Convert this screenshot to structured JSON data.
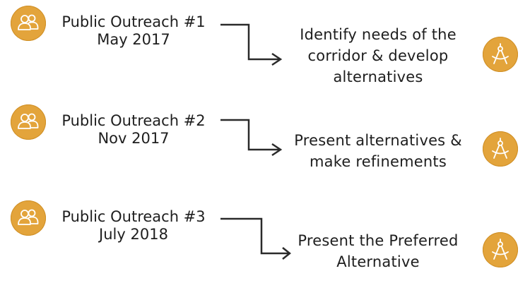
{
  "steps": [
    {
      "meeting_title": "Public Outreach #1",
      "meeting_date": "May 2017",
      "goal_lines": [
        "Identify needs of the",
        "corridor & develop",
        "alternatives"
      ],
      "people_icon": "people-icon",
      "compass_icon": "compass-icon"
    },
    {
      "meeting_title": "Public Outreach #2",
      "meeting_date": "Nov 2017",
      "goal_lines": [
        "Present alternatives &",
        "make refinements"
      ],
      "people_icon": "people-icon",
      "compass_icon": "compass-icon"
    },
    {
      "meeting_title": "Public Outreach #3",
      "meeting_date": "July 2018",
      "goal_lines": [
        "Present the Preferred",
        "Alternative"
      ],
      "people_icon": "people-icon",
      "compass_icon": "compass-icon"
    }
  ],
  "colors": {
    "icon_fill": "#e3a43b",
    "icon_glyph": "#ffffff",
    "text": "#1e1e1e",
    "connector": "#2a2a2a"
  }
}
